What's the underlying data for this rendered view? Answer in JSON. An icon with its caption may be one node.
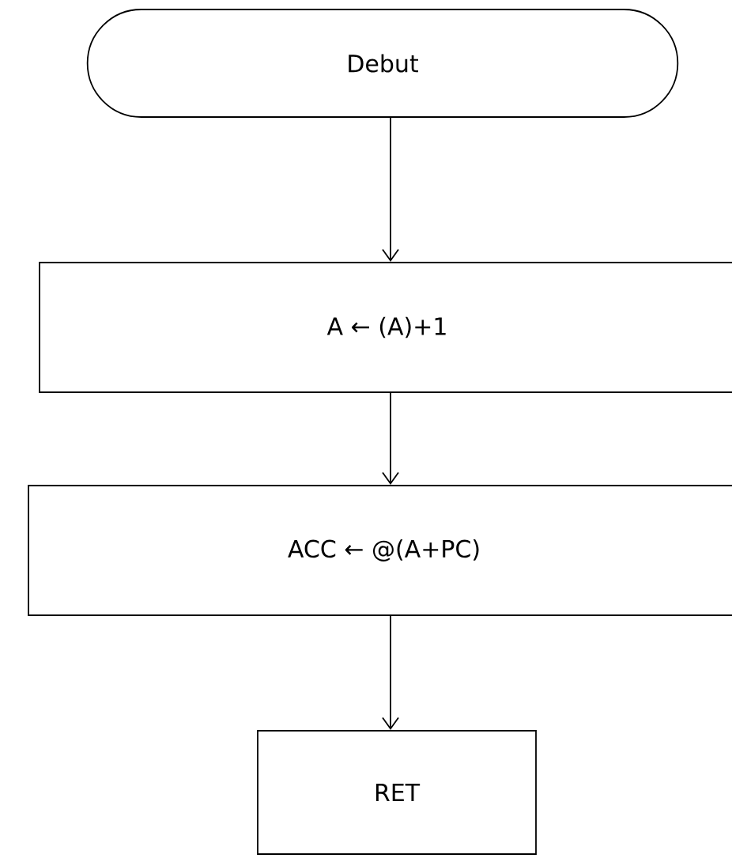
{
  "diagram": {
    "nodes": [
      {
        "text": [
          "Debut"
        ]
      },
      {
        "text": [
          "A ← (A)+1"
        ]
      },
      {
        "text": [
          "ACC ← @(A+PC)"
        ]
      },
      {
        "text": [
          "RET"
        ]
      }
    ],
    "edges": [
      {
        "from": 0,
        "to": 1,
        "arrow": "to"
      },
      {
        "from": 1,
        "to": 2,
        "arrow": "to"
      },
      {
        "from": 2,
        "to": 3,
        "arrow": "to"
      }
    ]
  }
}
